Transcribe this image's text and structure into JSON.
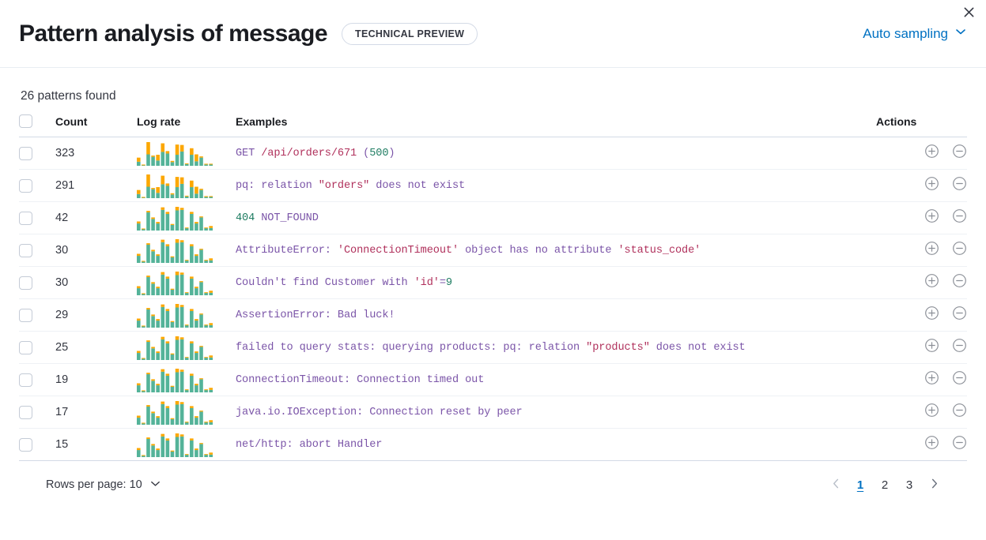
{
  "header": {
    "title": "Pattern analysis of message",
    "badge": "TECHNICAL PREVIEW",
    "sampling_label": "Auto sampling",
    "sampling_caret_icon": "chevron-down-icon",
    "close_icon": "close-icon"
  },
  "summary": {
    "patterns_found": "26 patterns found"
  },
  "table": {
    "columns": {
      "select": "",
      "count": "Count",
      "log_rate": "Log rate",
      "examples": "Examples",
      "actions": "Actions"
    },
    "action_icons": {
      "filter_for": "plus-in-circle-icon",
      "filter_out": "minus-in-circle-icon"
    },
    "rows": [
      {
        "count": "323",
        "example_tokens": [
          {
            "t": "GET ",
            "c": "def"
          },
          {
            "t": "/api/orders/671",
            "c": "str"
          },
          {
            "t": " (",
            "c": "def"
          },
          {
            "t": "500",
            "c": "num"
          },
          {
            "t": ")",
            "c": "def"
          }
        ],
        "sparkline": {
          "teal": [
            10,
            2,
            28,
            22,
            13,
            34,
            30,
            9,
            27,
            35,
            4,
            27,
            11,
            20,
            3,
            4
          ],
          "orange": [
            10,
            1,
            30,
            3,
            14,
            21,
            6,
            3,
            25,
            16,
            2,
            16,
            17,
            3,
            2,
            1
          ]
        }
      },
      {
        "count": "291",
        "example_tokens": [
          {
            "t": "pq: relation ",
            "c": "def"
          },
          {
            "t": "\"orders\"",
            "c": "str"
          },
          {
            "t": " does not exist",
            "c": "def"
          }
        ],
        "sparkline": {
          "teal": [
            10,
            2,
            28,
            22,
            13,
            34,
            30,
            9,
            27,
            35,
            4,
            27,
            11,
            20,
            3,
            4
          ],
          "orange": [
            10,
            1,
            30,
            3,
            14,
            21,
            6,
            3,
            25,
            16,
            2,
            16,
            17,
            3,
            2,
            1
          ]
        }
      },
      {
        "count": "42",
        "example_tokens": [
          {
            "t": "404",
            "c": "num"
          },
          {
            "t": " NOT_FOUND",
            "c": "def"
          }
        ],
        "sparkline": {
          "teal": [
            14,
            3,
            36,
            23,
            14,
            41,
            33,
            11,
            40,
            41,
            5,
            33,
            14,
            26,
            5,
            5
          ],
          "orange": [
            4,
            1,
            3,
            3,
            3,
            5,
            4,
            2,
            7,
            4,
            1,
            4,
            3,
            2,
            1,
            4
          ]
        }
      },
      {
        "count": "30",
        "example_tokens": [
          {
            "t": "AttributeError: ",
            "c": "def"
          },
          {
            "t": "'ConnectionTimeout'",
            "c": "str"
          },
          {
            "t": " object has no attribute ",
            "c": "def"
          },
          {
            "t": "'status_code'",
            "c": "str"
          }
        ],
        "sparkline": {
          "teal": [
            14,
            3,
            36,
            23,
            14,
            41,
            33,
            11,
            40,
            41,
            5,
            33,
            14,
            26,
            5,
            5
          ],
          "orange": [
            4,
            1,
            3,
            3,
            3,
            5,
            4,
            2,
            7,
            4,
            1,
            4,
            3,
            2,
            1,
            4
          ]
        }
      },
      {
        "count": "30",
        "example_tokens": [
          {
            "t": "Couldn't find Customer with ",
            "c": "def"
          },
          {
            "t": "'id'",
            "c": "str"
          },
          {
            "t": "=",
            "c": "def"
          },
          {
            "t": "9",
            "c": "num"
          }
        ],
        "sparkline": {
          "teal": [
            14,
            3,
            36,
            23,
            14,
            41,
            33,
            11,
            40,
            41,
            5,
            33,
            14,
            26,
            5,
            5
          ],
          "orange": [
            4,
            1,
            3,
            3,
            3,
            5,
            4,
            2,
            7,
            4,
            1,
            4,
            3,
            2,
            1,
            4
          ]
        }
      },
      {
        "count": "29",
        "example_tokens": [
          {
            "t": "AssertionError: Bad luck!",
            "c": "def"
          }
        ],
        "sparkline": {
          "teal": [
            14,
            3,
            36,
            23,
            14,
            41,
            33,
            11,
            40,
            41,
            5,
            33,
            14,
            26,
            5,
            5
          ],
          "orange": [
            4,
            1,
            3,
            3,
            3,
            5,
            4,
            2,
            7,
            4,
            1,
            4,
            3,
            2,
            1,
            4
          ]
        }
      },
      {
        "count": "25",
        "example_tokens": [
          {
            "t": "failed to query stats: querying products: pq: relation ",
            "c": "def"
          },
          {
            "t": "\"products\"",
            "c": "str"
          },
          {
            "t": " does not exist",
            "c": "def"
          }
        ],
        "sparkline": {
          "teal": [
            14,
            3,
            36,
            23,
            14,
            41,
            33,
            11,
            40,
            41,
            5,
            33,
            14,
            26,
            5,
            5
          ],
          "orange": [
            4,
            1,
            3,
            3,
            3,
            5,
            4,
            2,
            7,
            4,
            1,
            4,
            3,
            2,
            1,
            4
          ]
        }
      },
      {
        "count": "19",
        "example_tokens": [
          {
            "t": "ConnectionTimeout: Connection timed out",
            "c": "def"
          }
        ],
        "sparkline": {
          "teal": [
            14,
            3,
            36,
            23,
            14,
            41,
            33,
            11,
            40,
            41,
            5,
            33,
            14,
            26,
            5,
            5
          ],
          "orange": [
            4,
            1,
            3,
            3,
            3,
            5,
            4,
            2,
            7,
            4,
            1,
            4,
            3,
            2,
            1,
            4
          ]
        }
      },
      {
        "count": "17",
        "example_tokens": [
          {
            "t": "java.io.IOException: Connection reset by peer",
            "c": "def"
          }
        ],
        "sparkline": {
          "teal": [
            14,
            3,
            36,
            23,
            14,
            41,
            33,
            11,
            40,
            41,
            5,
            33,
            14,
            26,
            5,
            5
          ],
          "orange": [
            4,
            1,
            3,
            3,
            3,
            5,
            4,
            2,
            7,
            4,
            1,
            4,
            3,
            2,
            1,
            4
          ]
        }
      },
      {
        "count": "15",
        "example_tokens": [
          {
            "t": "net/http: abort Handler",
            "c": "def"
          }
        ],
        "sparkline": {
          "teal": [
            14,
            3,
            36,
            23,
            14,
            41,
            33,
            11,
            40,
            41,
            5,
            33,
            14,
            26,
            5,
            5
          ],
          "orange": [
            4,
            1,
            3,
            3,
            3,
            5,
            4,
            2,
            7,
            4,
            1,
            4,
            3,
            2,
            1,
            4
          ]
        }
      }
    ]
  },
  "footer": {
    "rows_per_page_label": "Rows per page: 10",
    "rows_per_page_caret_icon": "chevron-down-icon",
    "pagination": {
      "prev_icon": "chevron-left-icon",
      "next_icon": "chevron-right-icon",
      "pages": [
        "1",
        "2",
        "3"
      ],
      "active_page": "1"
    }
  },
  "colors": {
    "accent_link": "#0071c2",
    "spark_teal": "#54b399",
    "spark_orange": "#fca700",
    "token_default": "#7b55a8",
    "token_string": "#b0315c",
    "token_number": "#1f7d62"
  }
}
